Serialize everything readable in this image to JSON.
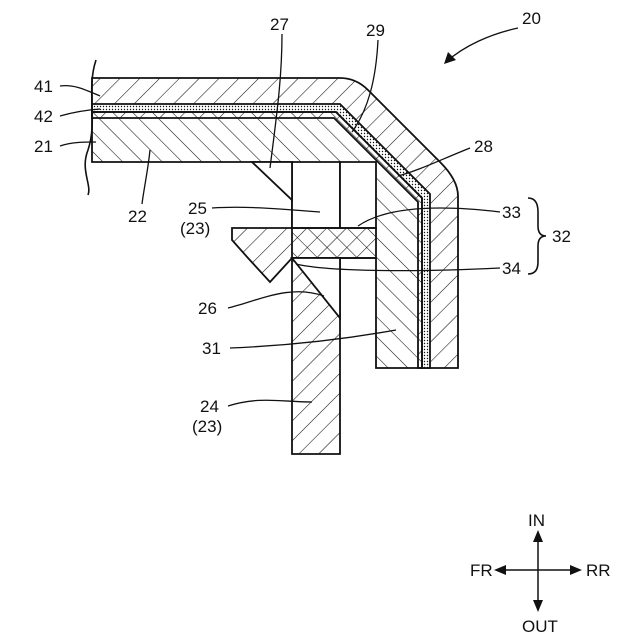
{
  "figure": {
    "assembly_label": "20",
    "labels": {
      "l41": "41",
      "l42": "42",
      "l21": "21",
      "l22": "22",
      "l27": "27",
      "l29": "29",
      "l28": "28",
      "l25": "25",
      "l25_sub": "(23)",
      "l33": "33",
      "l32": "32",
      "l34": "34",
      "l26": "26",
      "l31": "31",
      "l24": "24",
      "l24_sub": "(23)"
    }
  },
  "compass": {
    "in": "IN",
    "out": "OUT",
    "fr": "FR",
    "rr": "RR"
  }
}
